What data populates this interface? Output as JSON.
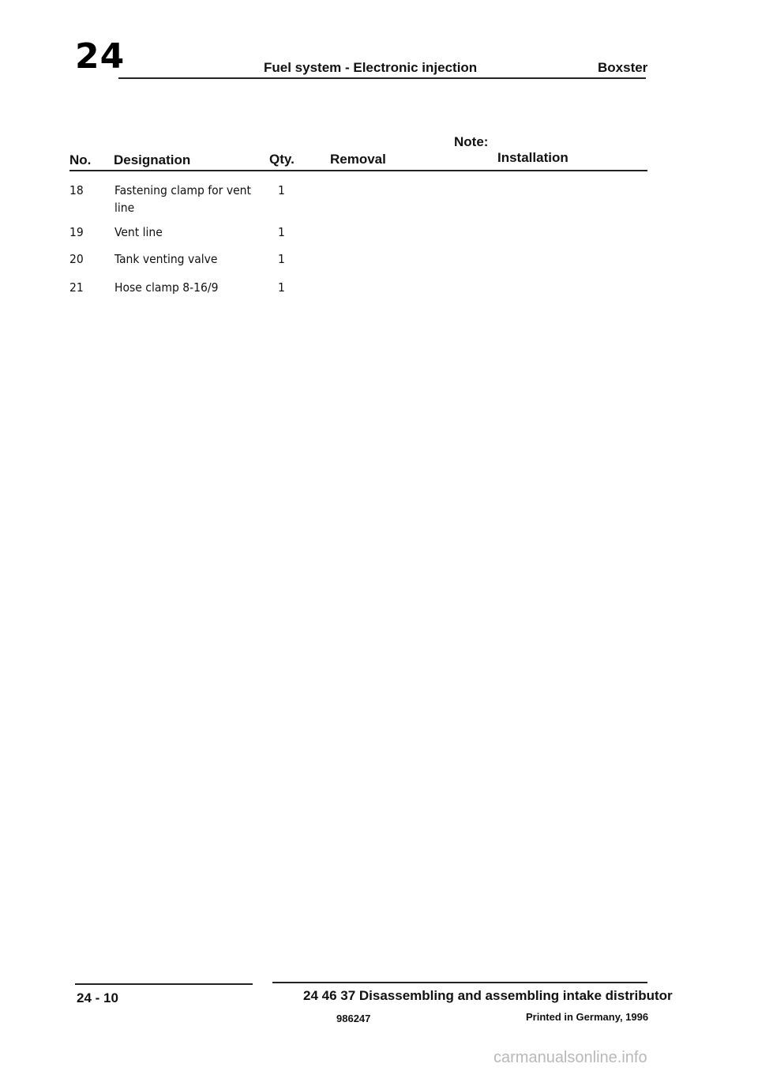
{
  "header": {
    "chapter_number": "24",
    "title": "Fuel system - Electronic injection",
    "model": "Boxster"
  },
  "table": {
    "headers": {
      "no": "No.",
      "designation": "Designation",
      "qty": "Qty.",
      "removal": "Removal",
      "note": "Note:",
      "installation": "Installation"
    },
    "rows": [
      {
        "no": "18",
        "designation_line1": "Fastening clamp for vent",
        "designation_line2": "line",
        "qty": "1"
      },
      {
        "no": "19",
        "designation_line1": "Vent line",
        "designation_line2": "",
        "qty": "1"
      },
      {
        "no": "20",
        "designation_line1": "Tank venting valve",
        "designation_line2": "",
        "qty": "1"
      },
      {
        "no": "21",
        "designation_line1": "Hose clamp 8-16/9",
        "designation_line2": "",
        "qty": "1"
      }
    ]
  },
  "footer": {
    "page": "24 - 10",
    "section_title": "24 46 37 Disassembling and assembling intake distributor",
    "doc_code": "986247",
    "printed": "Printed in Germany, 1996"
  },
  "watermark": {
    "text": "carmanualsonline.info"
  }
}
